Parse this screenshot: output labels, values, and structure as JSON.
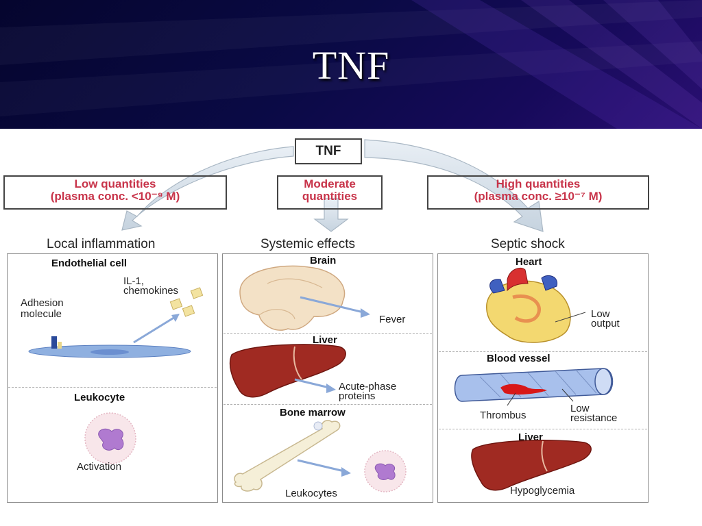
{
  "slide": {
    "title": "TNF"
  },
  "diagram": {
    "source": "TNF",
    "columns": [
      {
        "qty_line1": "Low quantities",
        "qty_line2": "(plasma conc. <10⁻⁹ M)",
        "effect": "Local inflammation",
        "sections": [
          {
            "heading": "Endothelial cell",
            "labels": [
              "IL-1,",
              "chemokines",
              "Adhesion",
              "molecule"
            ]
          },
          {
            "heading": "Leukocyte",
            "labels": [
              "Activation"
            ]
          }
        ]
      },
      {
        "qty_line1": "Moderate",
        "qty_line2": "quantities",
        "effect": "Systemic effects",
        "sections": [
          {
            "heading": "Brain",
            "labels": [
              "Fever"
            ]
          },
          {
            "heading": "Liver",
            "labels": [
              "Acute-phase",
              "proteins"
            ]
          },
          {
            "heading": "Bone marrow",
            "labels": [
              "Leukocytes"
            ]
          }
        ]
      },
      {
        "qty_line1": "High quantities",
        "qty_line2": "(plasma conc. ≥10⁻⁷ M)",
        "effect": "Septic shock",
        "sections": [
          {
            "heading": "Heart",
            "labels": [
              "Low",
              "output"
            ]
          },
          {
            "heading": "Blood vessel",
            "labels": [
              "Thrombus",
              "Low",
              "resistance"
            ]
          },
          {
            "heading": "Liver",
            "labels": [
              "Hypoglycemia"
            ]
          }
        ]
      }
    ]
  }
}
